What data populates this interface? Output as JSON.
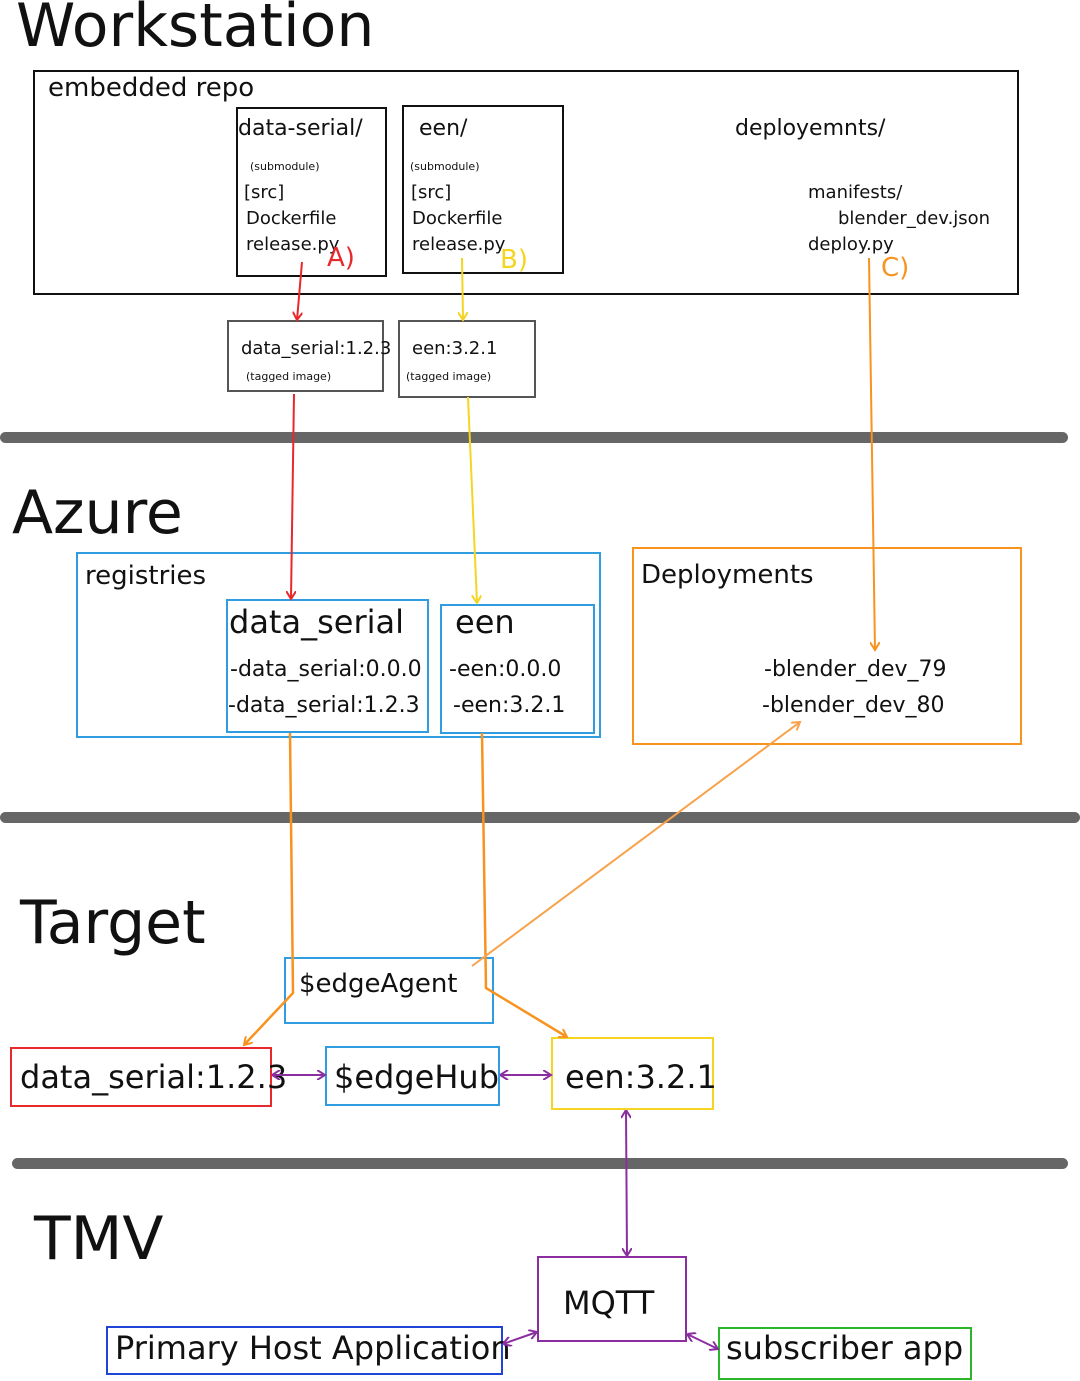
{
  "sections": {
    "workstation": "Workstation",
    "azure": "Azure",
    "target": "Target",
    "tmv": "TMV"
  },
  "workstation": {
    "repo_title": "embedded repo",
    "data_serial_dir": {
      "title": "data-serial/",
      "note": "(submodule)",
      "src": "[src]",
      "dockerfile": "Dockerfile",
      "release": "release.py"
    },
    "een_dir": {
      "title": "een/",
      "note": "(submodule)",
      "src": "[src]",
      "dockerfile": "Dockerfile",
      "release": "release.py"
    },
    "deployments_dir": {
      "title": "deployemnts/",
      "manifests": "manifests/",
      "manifest_file": "blender_dev.json",
      "deploy": "deploy.py"
    },
    "marker_a": "A)",
    "marker_b": "B)",
    "marker_c": "C)",
    "tagged_data_serial": {
      "name": "data_serial:1.2.3",
      "note": "(tagged image)"
    },
    "tagged_een": {
      "name": "een:3.2.1",
      "note": "(tagged image)"
    }
  },
  "azure": {
    "registries_title": "registries",
    "data_serial": {
      "title": "data_serial",
      "items": [
        "-data_serial:0.0.0",
        "-data_serial:1.2.3"
      ]
    },
    "een": {
      "title": "een",
      "items": [
        "-een:0.0.0",
        "-een:3.2.1"
      ]
    },
    "deployments": {
      "title": "Deployments",
      "items": [
        "-blender_dev_79",
        "-blender_dev_80"
      ]
    }
  },
  "target": {
    "edge_agent": "$edgeAgent",
    "data_serial": "data_serial:1.2.3",
    "edge_hub": "$edgeHub",
    "een": "een:3.2.1"
  },
  "tmv": {
    "mqtt": "MQTT",
    "primary": "Primary Host Application",
    "subscriber": "subscriber app"
  },
  "colors": {
    "red": "#e8282a",
    "yellow": "#f5d422",
    "orange": "#f7931e",
    "light_orange": "#f8a24c",
    "blue": "#2f9de0",
    "purple": "#8b2fa0",
    "dark_blue": "#1f45d6",
    "green": "#2ab52a",
    "divider": "#555555"
  }
}
